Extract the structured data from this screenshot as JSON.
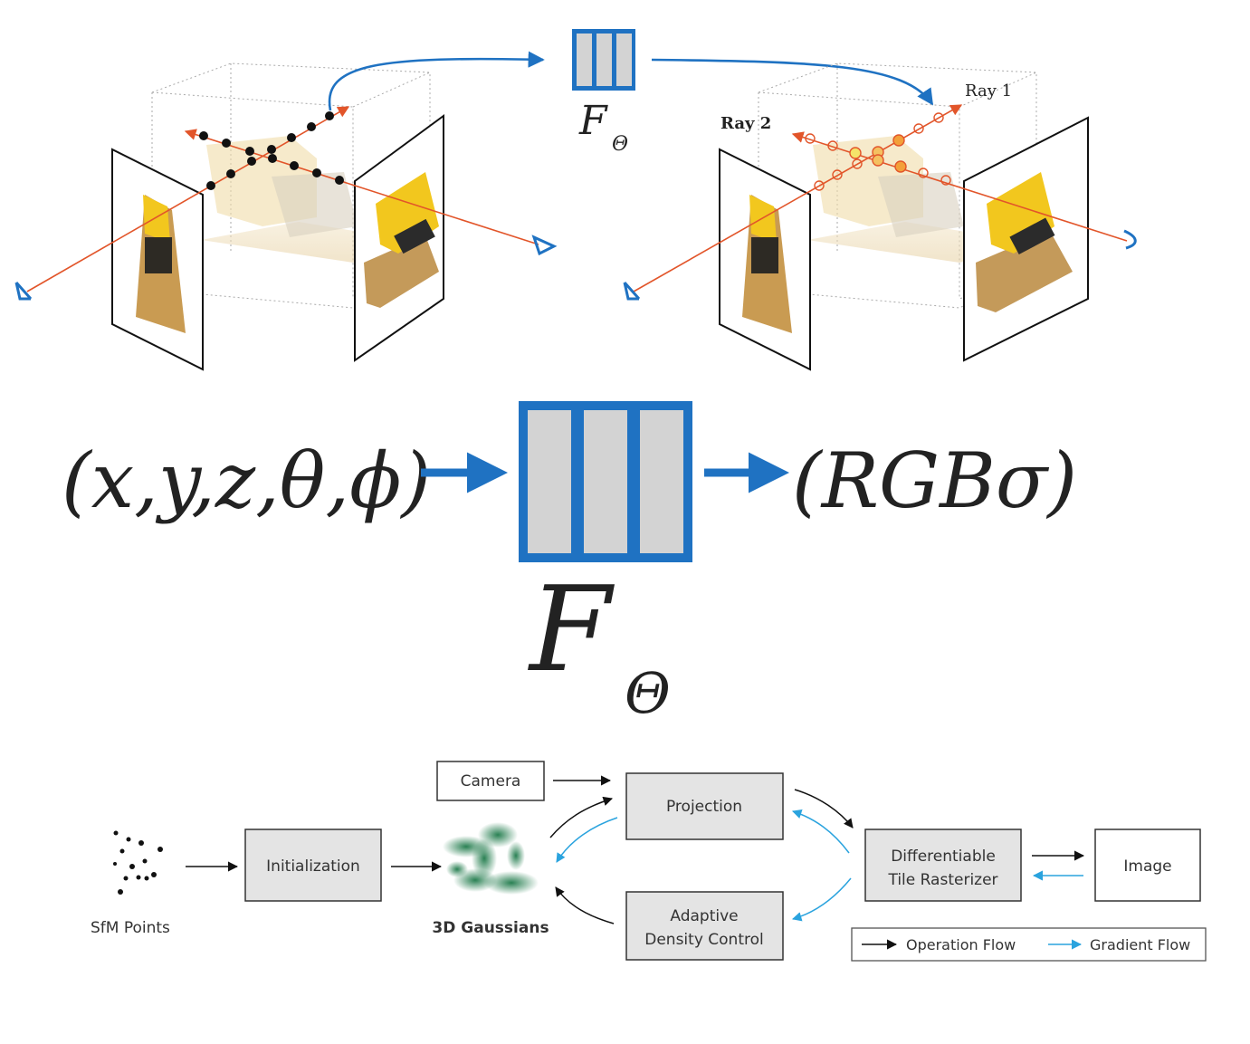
{
  "nerf": {
    "network_label": "F",
    "network_subscript": "Θ",
    "ray1_label": "Ray 1",
    "ray2_label": "Ray 2",
    "input_expr": "(x,y,z,θ,ϕ)",
    "output_expr": "(RGBσ)",
    "colors": {
      "network_blue": "#1f72c2",
      "ray_red": "#e2552a",
      "camera_blue": "#1f72c2",
      "box_gray": "#d3d3d3"
    }
  },
  "gaussian_pipeline": {
    "sfm_label": "SfM Points",
    "init_label": "Initialization",
    "gaussians_label": "3D Gaussians",
    "camera_label": "Camera",
    "projection_label": "Projection",
    "adc_label_line1": "Adaptive",
    "adc_label_line2": "Density Control",
    "rasterizer_label_line1": "Differentiable",
    "rasterizer_label_line2": "Tile Rasterizer",
    "image_label": "Image",
    "legend": {
      "operation": "Operation Flow",
      "gradient": "Gradient Flow"
    },
    "colors": {
      "operation": "#111111",
      "gradient": "#2aa3de",
      "box_fill": "#e4e4e4",
      "gaussian_green": "#1e7a4a"
    }
  }
}
